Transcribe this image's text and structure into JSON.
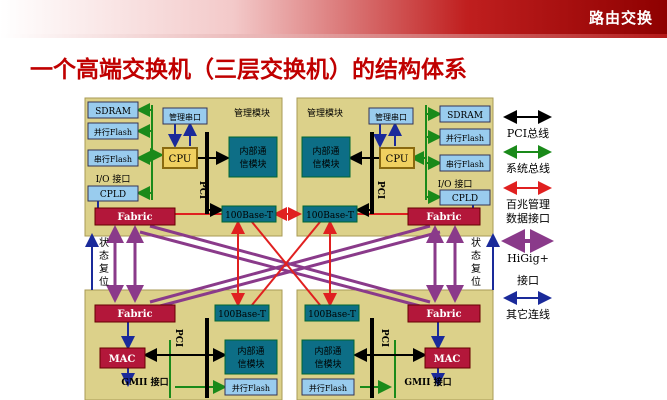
{
  "header": {
    "section_title": "路由交换",
    "main_title": "一个高端交换机（三层交换机）的结构体系"
  },
  "modules": {
    "sdram": "SDRAM",
    "parallel_flash": "并行Flash",
    "serial_flash": "串行Flash",
    "io_port": "I/O 接口",
    "cpld": "CPLD",
    "mgmt_serial": "管理串口",
    "cpu": "CPU",
    "pci": "PCI",
    "mgmt_module": "管理模块",
    "internal_comm_line1": "内部通",
    "internal_comm_line2": "信模块",
    "base100": "100Base-T",
    "fabric": "Fabric",
    "mac": "MAC",
    "gmii": "GMII 接口"
  },
  "side_label": [
    "状",
    "态",
    "复",
    "位"
  ],
  "legend": {
    "pci_bus": "PCI总线",
    "system_bus": "系统总线",
    "mgmt_line1": "百兆管理",
    "mgmt_line2": "数据接口",
    "higig_line1": "HiGig+",
    "higig_line2": "接口",
    "other": "其它连线"
  },
  "colors": {
    "board": "#dcd18a",
    "board_border": "#a89a55",
    "small_box": "#99ccee",
    "dark_box": "#0d6e86",
    "fabric_box": "#b3173a",
    "cpu_box": "#f0d060",
    "pci_line": "#000000",
    "system_line": "#1a8a1a",
    "mgmt_line": "#e02020",
    "higig_line": "#8a3a8a",
    "other_line": "#1a2a9a"
  }
}
